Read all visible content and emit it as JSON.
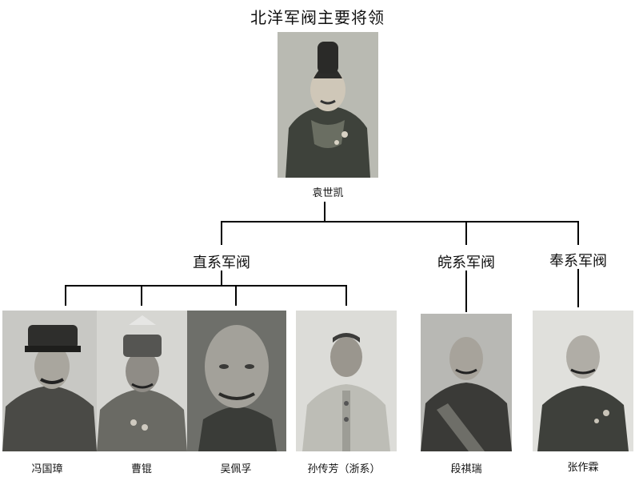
{
  "title": "北洋军阀主要将领",
  "leader": {
    "name": "袁世凯",
    "portrait_icon": "uniformed-officer-portrait-icon"
  },
  "factions": [
    {
      "name": "直系军阀",
      "members": [
        "冯国璋",
        "曹锟",
        "吴佩孚",
        "孙传芳（浙系）"
      ]
    },
    {
      "name": "皖系军阀",
      "members": [
        "段祺瑞"
      ]
    },
    {
      "name": "奉系军阀",
      "members": [
        "张作霖"
      ]
    }
  ],
  "colors": {
    "line": "#000000",
    "text": "#111111",
    "background": "#ffffff"
  }
}
